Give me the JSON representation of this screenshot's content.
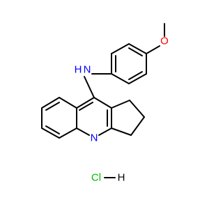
{
  "structure": {
    "atoms": {
      "n_amine": {
        "symbol": "N",
        "color": "#0000ff"
      },
      "h_amine": {
        "symbol": "H",
        "color": "#0000ff"
      },
      "n_ring": {
        "symbol": "N",
        "color": "#0000ff"
      },
      "o_methoxy": {
        "symbol": "O",
        "color": "#ff0000"
      },
      "cl": {
        "symbol": "Cl",
        "color": "#00bb00"
      },
      "h_cl": {
        "symbol": "H",
        "color": "#000000"
      }
    }
  }
}
